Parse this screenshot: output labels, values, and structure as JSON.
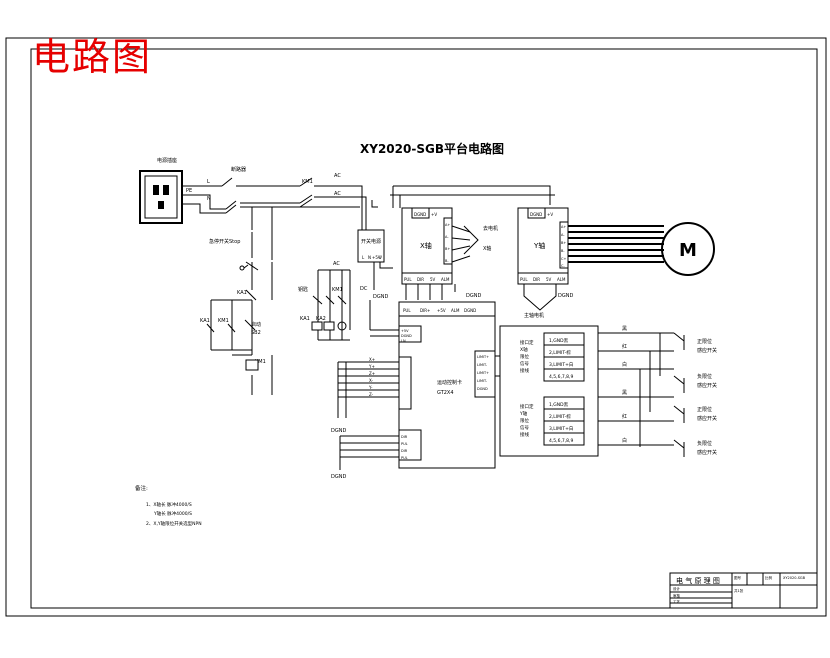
{
  "stamp": "电路图",
  "title": "XY2020-SGB平台电路图",
  "labels": {
    "socket": "电源插座",
    "pe": "PE",
    "l": "L",
    "n": "N",
    "air_switch": "断路器",
    "km1_main": "KM1",
    "ac1": "AC",
    "ac2": "AC",
    "estop": "急停开关Stop",
    "ka1_top": "KA1",
    "ka1_left": "KA1",
    "km1_left": "KM1",
    "start_btn": "启动",
    "stop_btn": "SB2",
    "km1_coil": "KM1",
    "ac_mid": "AC",
    "drive_key": "钥匙",
    "ka2": "KA2",
    "km1_mid": "KM1",
    "ka1_mid": "KA1",
    "psu": "开关电源",
    "psu_pins": [
      "L",
      "N",
      "+5V",
      "-V"
    ],
    "dgnd1": "DGND",
    "dgnd2": "DGND",
    "dgnd3": "DGND",
    "dgnd4": "DGND",
    "dc": "DC",
    "x_axis": "X轴",
    "y_axis": "Y轴",
    "x_pins": [
      "PUL",
      "DIR",
      "5V",
      "ALM"
    ],
    "y_pins": [
      "PUL",
      "DIR",
      "5V",
      "ALM"
    ],
    "x_top": [
      "DGND",
      "+V"
    ],
    "y_top": [
      "DGND",
      "+V"
    ],
    "x_right": [
      "A+",
      "A-",
      "B+",
      "B-"
    ],
    "y_right": [
      "A+",
      "A-",
      "B+",
      "B-",
      "C+",
      "C-"
    ],
    "bus_top": [
      "PUL",
      "DIR+",
      "+5V",
      "ALM",
      "DGND"
    ],
    "controller": "运动控制卡",
    "controller_model": "GT2X4",
    "ctrl_left1": [
      "+5V",
      "DGND",
      "LN"
    ],
    "ctrl_right": [
      "LIMIT+",
      "LIMIT-",
      "LIMIT+",
      "LIMIT-",
      "DGND"
    ],
    "ctrl_left2": [
      "X+",
      "Y+",
      "Z+",
      "X-",
      "Y-",
      "Z-"
    ],
    "ctrl_left3": [
      "DIR",
      "PUL",
      "DIR",
      "PUL"
    ],
    "motor": "M",
    "motor_text": "主轴电机",
    "x_limit_title": [
      "接口定",
      "X轴",
      "限位",
      "信号",
      "接线"
    ],
    "y_limit_title": [
      "接口定",
      "Y轴",
      "限位",
      "信号",
      "接线"
    ],
    "x_limit_rows": [
      "1,GND黑",
      "2,LIMIT-棕",
      "3,LIMIT+白",
      "4,5,6,7,8,9"
    ],
    "y_limit_rows": [
      "1,GND黑",
      "2,LIMIT-棕",
      "3,LIMIT+白",
      "4,5,6,7,8,9"
    ],
    "colors_x": [
      "黑",
      "红",
      "白"
    ],
    "colors_y": [
      "黑",
      "红",
      "白"
    ],
    "sw_right": [
      "正限位",
      "感应开关",
      "负限位",
      "感应开关",
      "正限位",
      "感应开关",
      "负限位",
      "感应开关"
    ],
    "note_title": "备注:",
    "notes": [
      "1、X轴长  脉冲4000/S",
      "Y轴长  脉冲4000/S",
      "2、X,Y轴限位开关选型NPN"
    ],
    "title_block": {
      "name": "电 气 原 理 图",
      "c1": "图号",
      "c2": "比例",
      "c3": "XY2020-SGB",
      "r1": "设计",
      "r2": "审核",
      "r3": "工艺",
      "sheet": "共1张"
    }
  }
}
